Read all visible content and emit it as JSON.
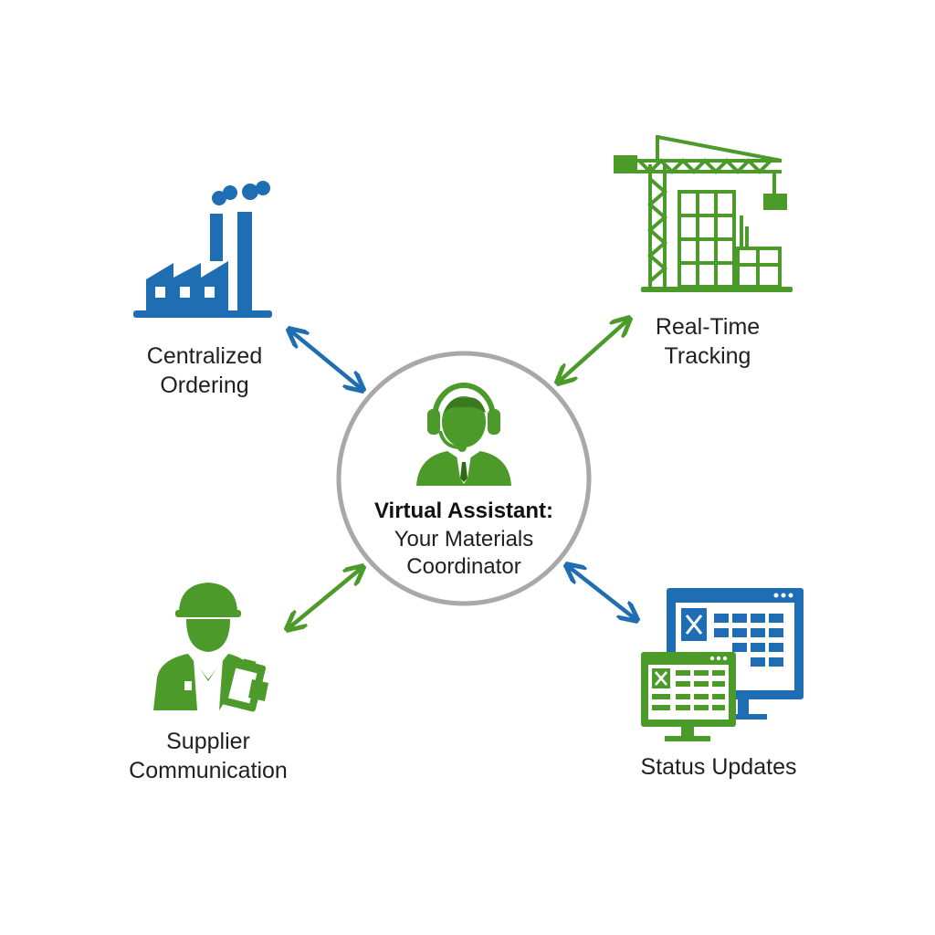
{
  "center": {
    "title": "Virtual Assistant:",
    "subtitle": "Your Materials\nCoordinator",
    "icon": "headset-agent-icon"
  },
  "nodes": [
    {
      "label": "Centralized\nOrdering",
      "icon": "factory-icon",
      "color": "#1f6db3"
    },
    {
      "label": "Real-Time\nTracking",
      "icon": "construction-crane-icon",
      "color": "#4c9a2a"
    },
    {
      "label": "Supplier\nCommunication",
      "icon": "worker-clipboard-icon",
      "color": "#4c9a2a"
    },
    {
      "label": "Status Updates",
      "icon": "monitor-spreadsheet-icon",
      "color": "#1f6db3"
    }
  ],
  "colors": {
    "blue": "#1f6db3",
    "green": "#4c9a2a",
    "ring": "#a8a8a8"
  }
}
